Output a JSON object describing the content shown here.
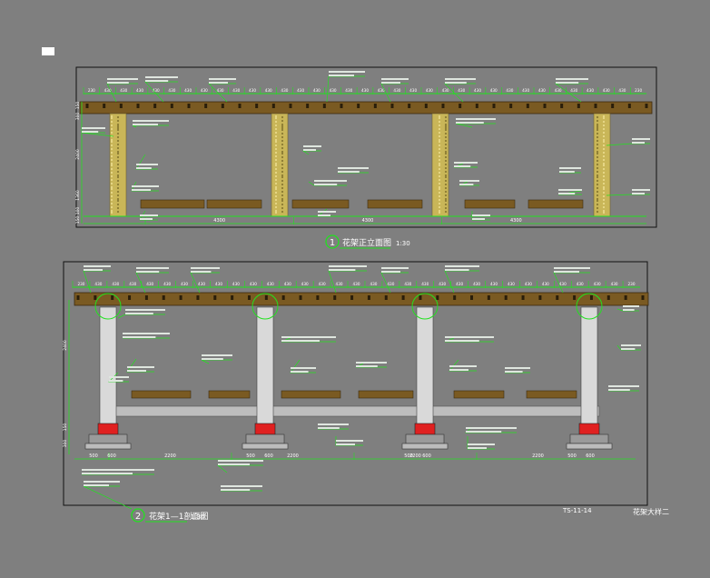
{
  "colors": {
    "background": "#7f7f7f",
    "frame": "#111111",
    "dimension": "#22e11f",
    "wood": "#7a5a22",
    "wood_dark": "#3b2a10",
    "stone": "#c9b658",
    "concrete": "#bdbdbd",
    "footing_red": "#e02020",
    "label": "#ffffff"
  },
  "drawing1": {
    "title": "花架正立面图",
    "scale": "1:30",
    "number": "1",
    "top_dims": [
      "230",
      "430",
      "430",
      "430",
      "430",
      "430",
      "430",
      "430",
      "430",
      "430",
      "430",
      "430",
      "430",
      "430",
      "430",
      "430",
      "430",
      "430",
      "430",
      "430",
      "430",
      "430",
      "430",
      "430",
      "430",
      "430",
      "430",
      "430",
      "430",
      "430",
      "430",
      "430",
      "430",
      "430",
      "230"
    ],
    "bottom_dims": [
      "4300",
      "4300",
      "4300"
    ],
    "left_dims": [
      "150",
      "300",
      "2400",
      "1360",
      "100",
      "150"
    ]
  },
  "drawing2": {
    "title": "花架1—1剖面图",
    "scale": "1:30",
    "number": "2",
    "top_dims": [
      "230",
      "430",
      "430",
      "430",
      "430",
      "430",
      "430",
      "430",
      "430",
      "430",
      "430",
      "430",
      "430",
      "430",
      "430",
      "430",
      "430",
      "430",
      "430",
      "430",
      "430",
      "430",
      "430",
      "430",
      "430",
      "430",
      "430",
      "430",
      "430",
      "430",
      "430",
      "430",
      "230"
    ],
    "bottom_dims": [
      "2200",
      "2200",
      "2200",
      "2200"
    ],
    "footing_dims": [
      "500",
      "600",
      "500",
      "600",
      "500",
      "600",
      "500",
      "600"
    ],
    "left_dims": [
      "2400",
      "150",
      "300"
    ]
  },
  "sheet": {
    "code": "TS-11-14",
    "name": "花架大样二"
  }
}
